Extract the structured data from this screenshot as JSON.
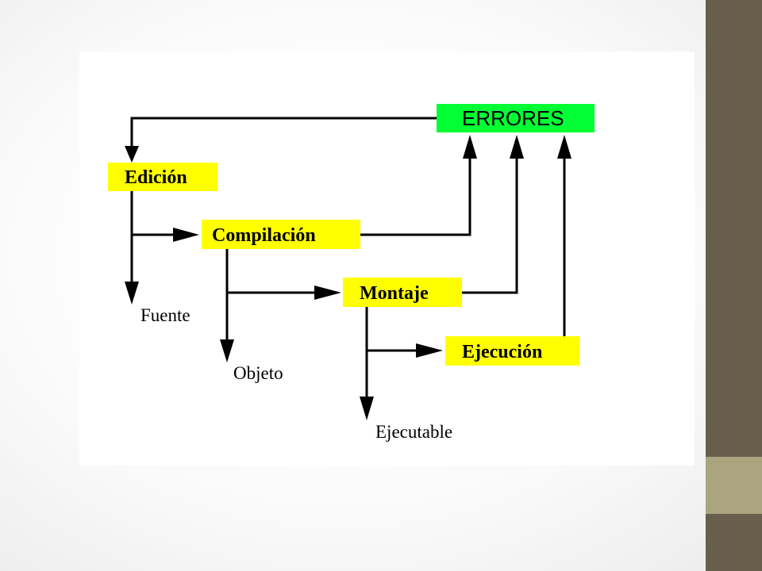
{
  "diagram": {
    "errors": "ERRORES",
    "stages": {
      "edicion": "Edición",
      "compilacion": "Compilación",
      "montaje": "Montaje",
      "ejecucion": "Ejecución"
    },
    "outputs": {
      "fuente": "Fuente",
      "objeto": "Objeto",
      "ejecutable": "Ejecutable"
    }
  },
  "colors": {
    "stage_box": "#ffff00",
    "errors_box": "#00ff33",
    "sidebar_dark": "#675f4b",
    "sidebar_accent": "#aaa57e"
  }
}
